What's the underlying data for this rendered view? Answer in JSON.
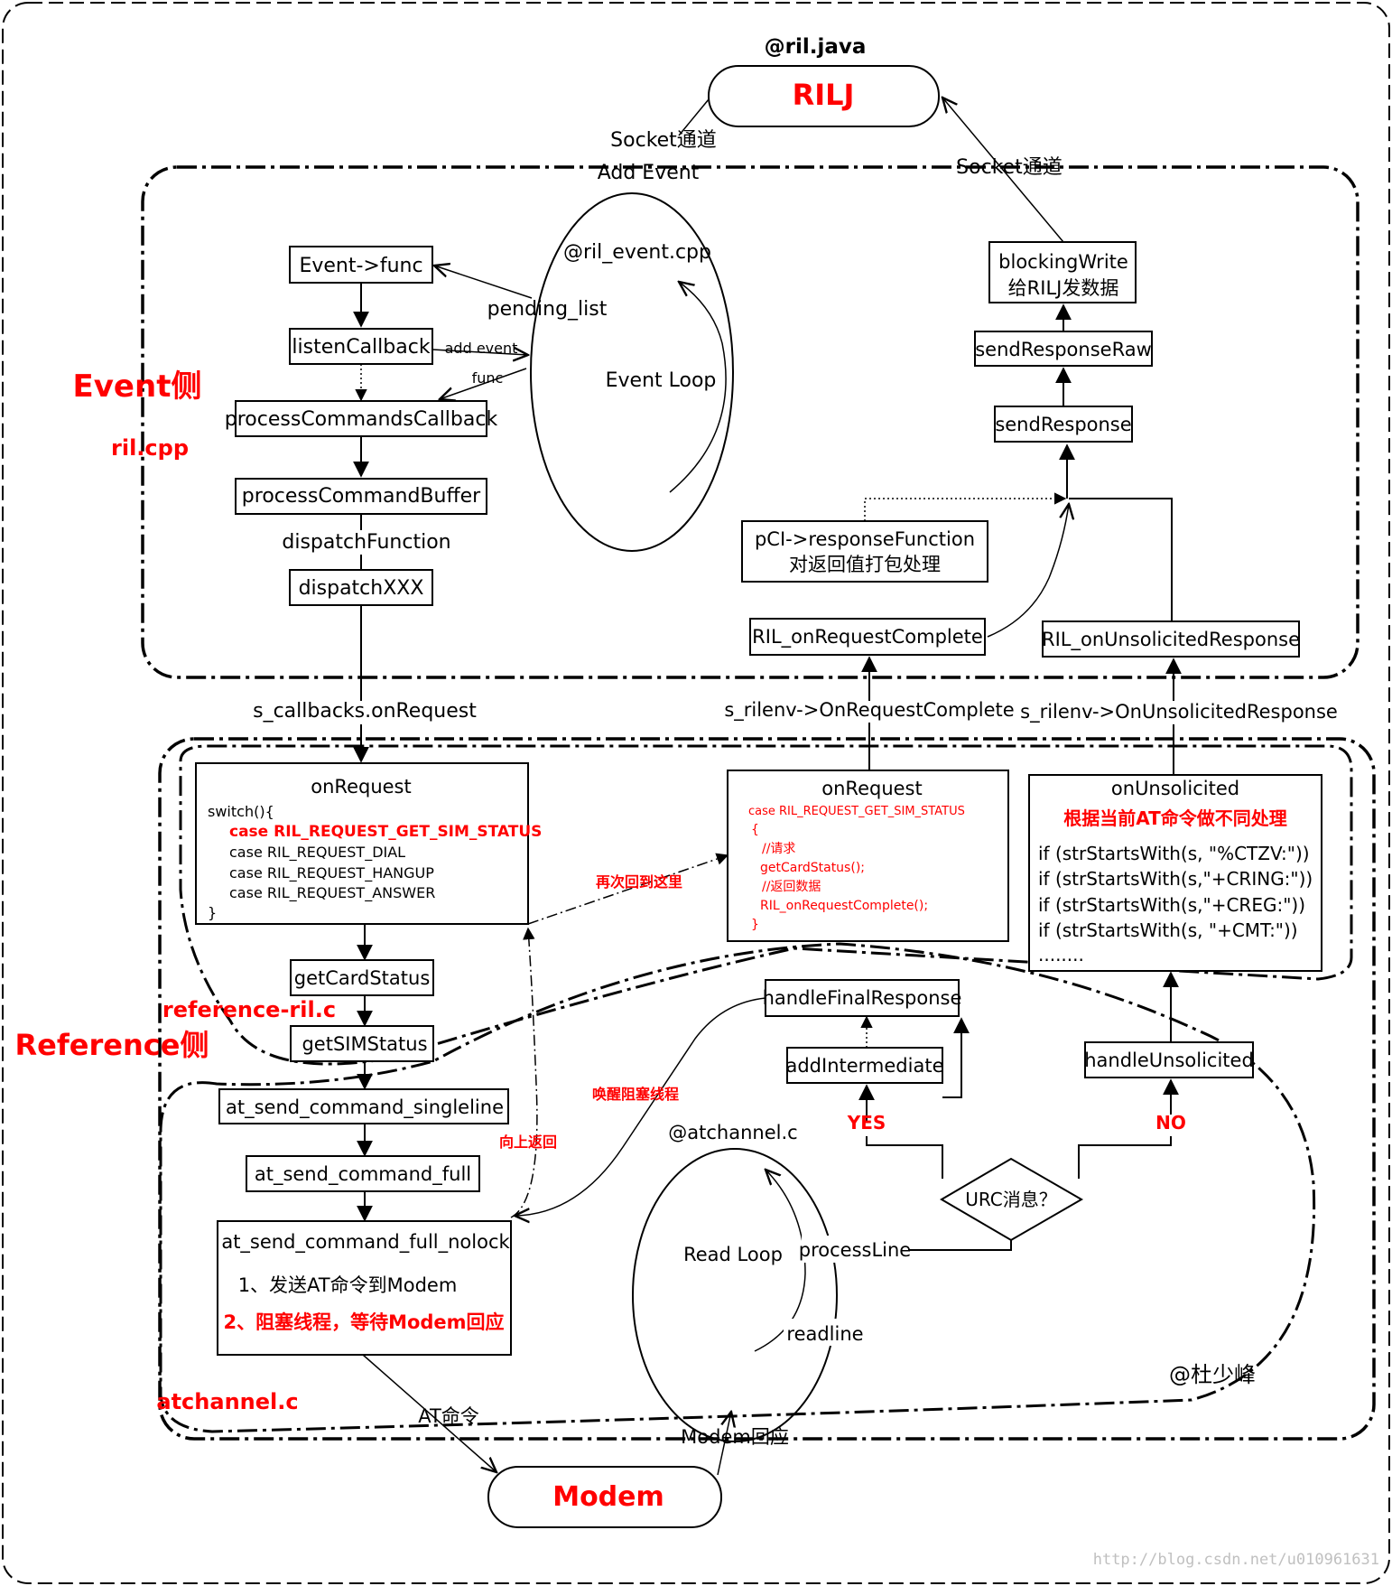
{
  "colors": {
    "accent": "#ff0000",
    "line": "#000000",
    "frame": "#c0c0c0"
  },
  "top": {
    "file": "@ril.java",
    "rilj": "RILJ"
  },
  "socket_left": "Socket通道",
  "socket_right": "Socket通道",
  "add_event_top": "Add Event",
  "event_region": {
    "title": "Event侧",
    "file": "ril.cpp"
  },
  "event_loop": {
    "file": "@ril_event.cpp",
    "label": "Event Loop",
    "pending": "pending_list",
    "add_event": "add event",
    "func": "func"
  },
  "left_chain": {
    "event_func": "Event->func",
    "listen": "listenCallback",
    "process_cb": "processCommandsCallback",
    "process_buf": "processCommandBuffer",
    "dispatch_fn": "dispatchFunction",
    "dispatch_xxx": "dispatchXXX",
    "s_callbacks": "s_callbacks.onRequest"
  },
  "right_chain": {
    "blocking_1": "blockingWrite",
    "blocking_2": "给RILJ发数据",
    "send_raw": "sendResponseRaw",
    "send_resp": "sendResponse",
    "pci_1": "pCI->responseFunction",
    "pci_2": "对返回值打包处理",
    "req_complete": "RIL_onRequestComplete",
    "unsol_resp": "RIL_onUnsolicitedResponse",
    "s_rilenv_req": "s_rilenv->OnRequestComplete",
    "s_rilenv_unsol": "s_rilenv->OnUnsolicitedResponse"
  },
  "reference_region": {
    "title": "Reference侧",
    "file": "reference-ril.c"
  },
  "onrequest_box": {
    "title": "onRequest",
    "l1": "switch(){",
    "l2": "case RIL_REQUEST_GET_SIM_STATUS",
    "l3": "case RIL_REQUEST_DIAL",
    "l4": "case RIL_REQUEST_HANGUP",
    "l5": "case RIL_REQUEST_ANSWER",
    "l6": "}"
  },
  "back_here": "再次回到这里",
  "onrequest2_box": {
    "title": "onRequest",
    "l1": "case RIL_REQUEST_GET_SIM_STATUS",
    "l2": "{",
    "l3": "//请求",
    "l4": "getCardStatus();",
    "l5": "//返回数据",
    "l6": "RIL_onRequestComplete();",
    "l7": "}"
  },
  "onunsol_box": {
    "title": "onUnsolicited",
    "sub": "根据当前AT命令做不同处理",
    "l1": "if (strStartsWith(s, \"%CTZV:\"))",
    "l2": "if (strStartsWith(s,\"+CRING:\"))",
    "l3": "if (strStartsWith(s,\"+CREG:\"))",
    "l4": "if (strStartsWith(s, \"+CMT:\"))",
    "l5": "........"
  },
  "mid_chain": {
    "get_card": "getCardStatus",
    "get_sim": "getSIMStatus",
    "singleline": "at_send_command_singleline",
    "full": "at_send_command_full",
    "nolock": "at_send_command_full_nolock",
    "step1": "1、发送AT命令到Modem",
    "step2": "2、阻塞线程，等待Modem回应"
  },
  "wake": "唤醒阻塞线程",
  "return_up": "向上返回",
  "handlers": {
    "final": "handleFinalResponse",
    "inter": "addIntermediate",
    "unsol": "handleUnsolicited",
    "yes": "YES",
    "no": "NO",
    "urc": "URC消息？"
  },
  "read_loop": {
    "file": "@atchannel.c",
    "label": "Read Loop",
    "process_line": "processLine",
    "readline": "readline"
  },
  "atchannel_label": "atchannel.c",
  "author": "@杜少峰",
  "at_cmd": "AT命令",
  "modem_reply": "Modem回应",
  "modem": "Modem",
  "watermark": "http://blog.csdn.net/u010961631"
}
